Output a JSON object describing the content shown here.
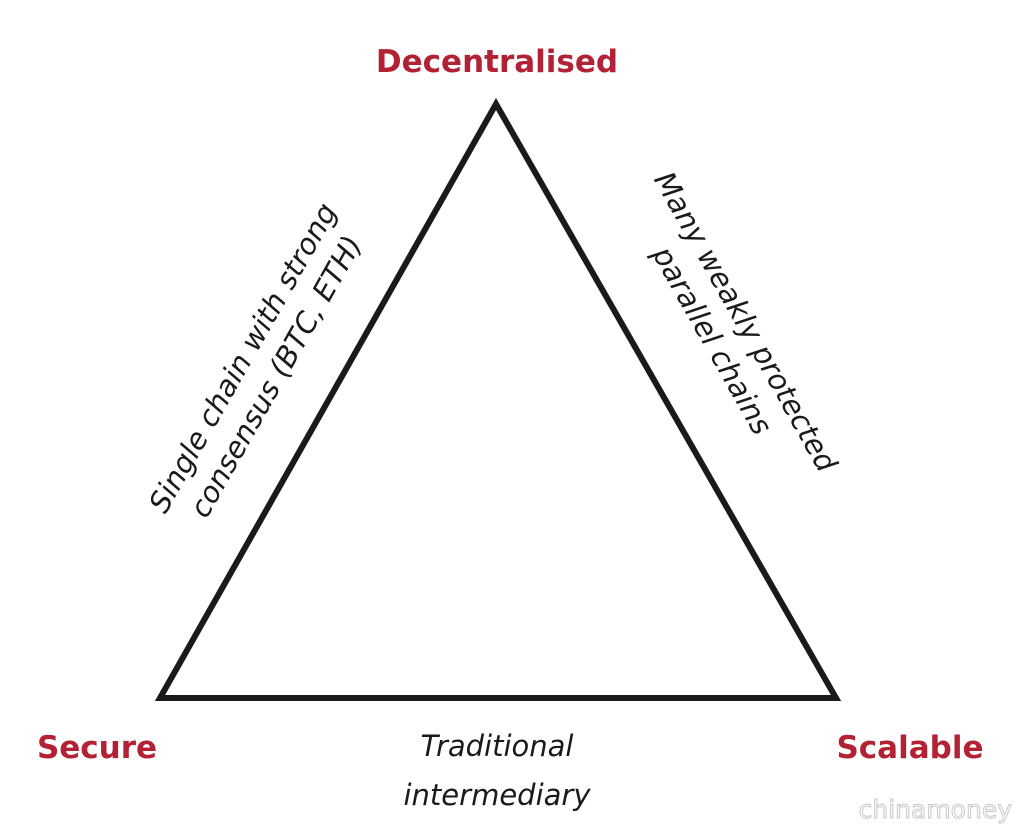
{
  "diagram": {
    "vertices": {
      "top": "Decentralised",
      "bottom_left": "Secure",
      "bottom_right": "Scalable"
    },
    "edges": {
      "left": [
        "Single chain with strong",
        "consensus (BTC, ETH)"
      ],
      "right": [
        "Many weakly protected",
        "parallel chains"
      ],
      "bottom": [
        "Traditional",
        "intermediary"
      ]
    }
  },
  "watermark": "chinamoney",
  "colors": {
    "vertex_label": "#b22234",
    "edge_label": "#1a1a1a",
    "triangle_stroke": "#1a1a1a"
  }
}
